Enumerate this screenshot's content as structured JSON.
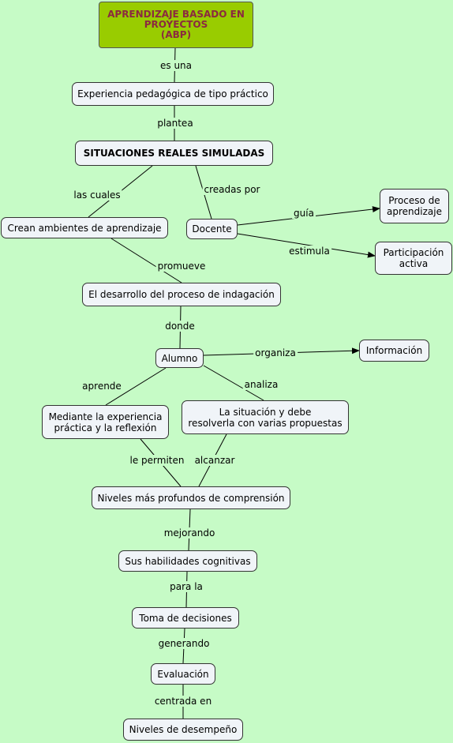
{
  "nodes": {
    "root": "APRENDIZAJE BASADO EN\nPROYECTOS\n(ABP)",
    "experiencia": "Experiencia pedagógica de tipo práctico",
    "situaciones": "SITUACIONES REALES SIMULADAS",
    "crean": "Crean ambientes de aprendizaje",
    "docente": "Docente",
    "proceso": "Proceso de\naprendizaje",
    "participacion": "Participación\nactiva",
    "desarrollo": "El desarrollo del proceso de indagación",
    "alumno": "Alumno",
    "informacion": "Información",
    "mediante": "Mediante la experiencia\npráctica y la reflexión",
    "situacion": "La situación y debe\nresolverla con varias propuestas",
    "niveles": "Niveles más profundos de comprensión",
    "habilidades": "Sus habilidades cognitivas",
    "toma": "Toma de decisiones",
    "evaluacion": "Evaluación",
    "desempeno": "Niveles de desempeño"
  },
  "links": {
    "es_una": "es una",
    "plantea": "plantea",
    "las_cuales": "las cuales",
    "creadas_por": "creadas por",
    "guia": "guía",
    "estimula": "estimula",
    "promueve": "promueve",
    "donde": "donde",
    "organiza": "organiza",
    "aprende": "aprende",
    "analiza": "analiza",
    "le_permiten": "le permiten",
    "alcanzar": "alcanzar",
    "mejorando": "mejorando",
    "para_la": "para la",
    "generando": "generando",
    "centrada_en": "centrada en"
  },
  "colors": {
    "background": "#c6fbc6",
    "root_fill": "#99cc00",
    "root_text": "#8b2a3f",
    "node_fill": "#f0f4f8"
  }
}
